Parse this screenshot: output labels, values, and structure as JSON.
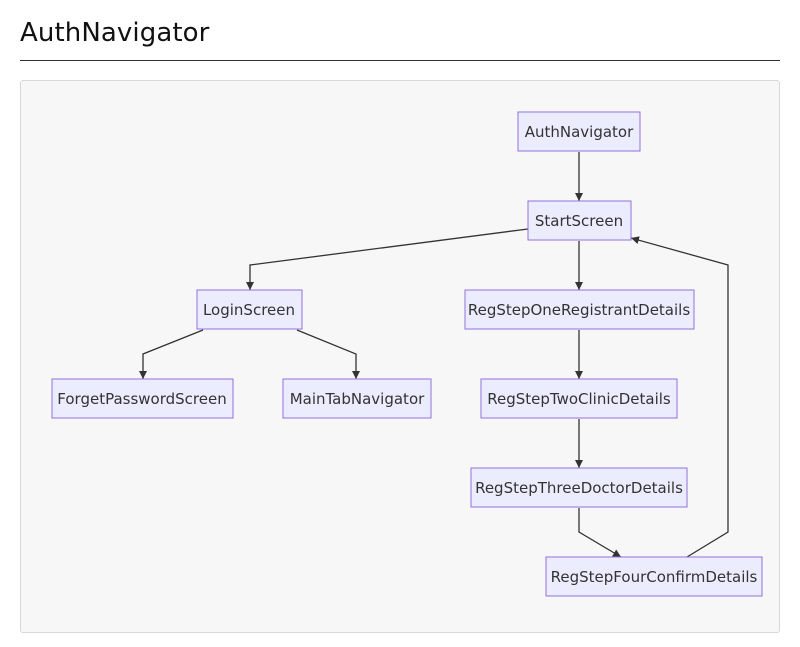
{
  "page": {
    "title": "AuthNavigator"
  },
  "diagram": {
    "type": "flowchart",
    "nodes": {
      "authNavigator": "AuthNavigator",
      "startScreen": "StartScreen",
      "loginScreen": "LoginScreen",
      "regStepOne": "RegStepOneRegistrantDetails",
      "forgetPassword": "ForgetPasswordScreen",
      "mainTabNavigator": "MainTabNavigator",
      "regStepTwo": "RegStepTwoClinicDetails",
      "regStepThree": "RegStepThreeDoctorDetails",
      "regStepFour": "RegStepFourConfirmDetails"
    },
    "edges": [
      {
        "from": "AuthNavigator",
        "to": "StartScreen"
      },
      {
        "from": "StartScreen",
        "to": "LoginScreen"
      },
      {
        "from": "StartScreen",
        "to": "RegStepOneRegistrantDetails"
      },
      {
        "from": "LoginScreen",
        "to": "ForgetPasswordScreen"
      },
      {
        "from": "LoginScreen",
        "to": "MainTabNavigator"
      },
      {
        "from": "RegStepOneRegistrantDetails",
        "to": "RegStepTwoClinicDetails"
      },
      {
        "from": "RegStepTwoClinicDetails",
        "to": "RegStepThreeDoctorDetails"
      },
      {
        "from": "RegStepThreeDoctorDetails",
        "to": "RegStepFourConfirmDetails"
      },
      {
        "from": "RegStepFourConfirmDetails",
        "to": "StartScreen"
      }
    ]
  },
  "colors": {
    "node_fill": "#ececff",
    "node_border": "#9370db",
    "edge": "#333333",
    "panel_background": "#f7f7f7"
  }
}
